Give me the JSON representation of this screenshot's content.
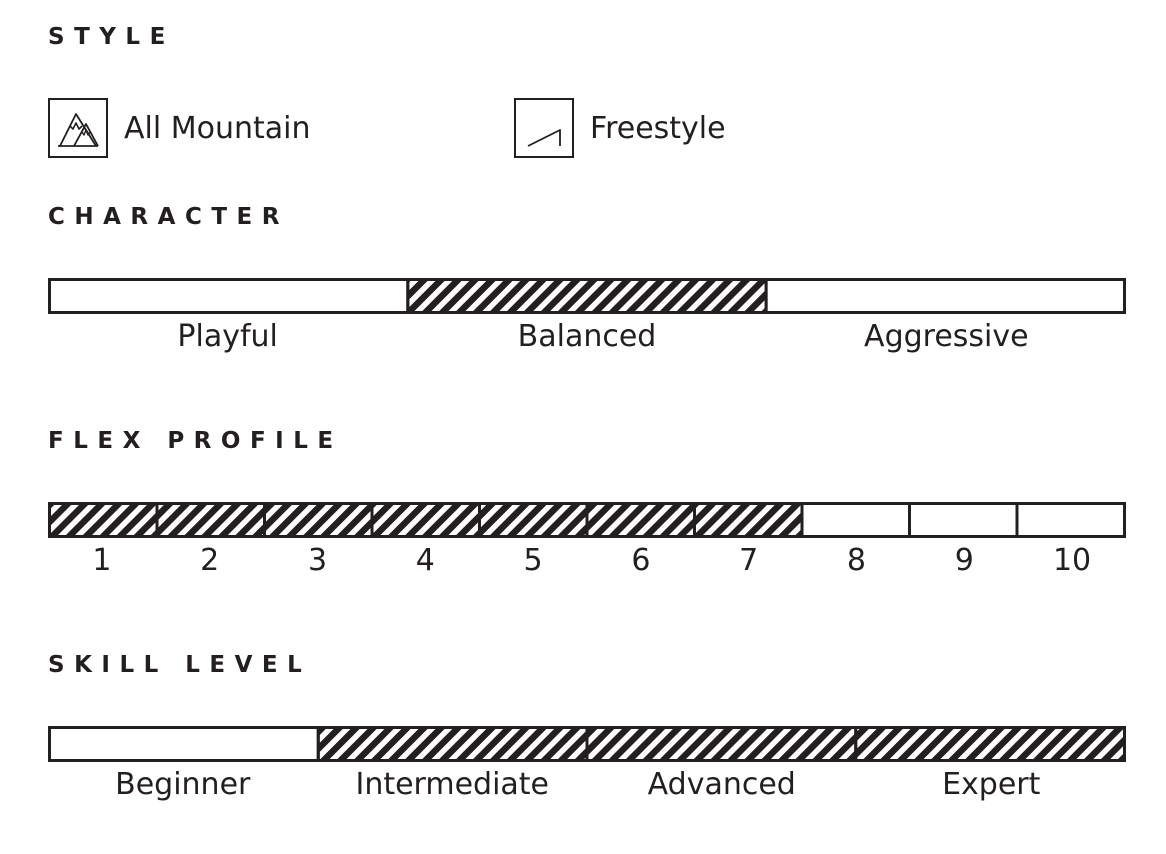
{
  "style": {
    "heading": "STYLE",
    "items": [
      {
        "label": "All Mountain",
        "icon": "mountain-icon"
      },
      {
        "label": "Freestyle",
        "icon": "ramp-icon"
      }
    ]
  },
  "character": {
    "heading": "CHARACTER",
    "segments": [
      {
        "label": "Playful",
        "filled": false
      },
      {
        "label": "Balanced",
        "filled": true
      },
      {
        "label": "Aggressive",
        "filled": false
      }
    ]
  },
  "flex_profile": {
    "heading": "FLEX PROFILE",
    "segments": [
      {
        "label": "1",
        "filled": true
      },
      {
        "label": "2",
        "filled": true
      },
      {
        "label": "3",
        "filled": true
      },
      {
        "label": "4",
        "filled": true
      },
      {
        "label": "5",
        "filled": true
      },
      {
        "label": "6",
        "filled": true
      },
      {
        "label": "7",
        "filled": true
      },
      {
        "label": "8",
        "filled": false
      },
      {
        "label": "9",
        "filled": false
      },
      {
        "label": "10",
        "filled": false
      }
    ]
  },
  "skill_level": {
    "heading": "SKILL LEVEL",
    "segments": [
      {
        "label": "Beginner",
        "filled": false
      },
      {
        "label": "Intermediate",
        "filled": true
      },
      {
        "label": "Advanced",
        "filled": true
      },
      {
        "label": "Expert",
        "filled": true
      }
    ]
  },
  "colors": {
    "ink": "#231f20",
    "background": "#ffffff"
  }
}
